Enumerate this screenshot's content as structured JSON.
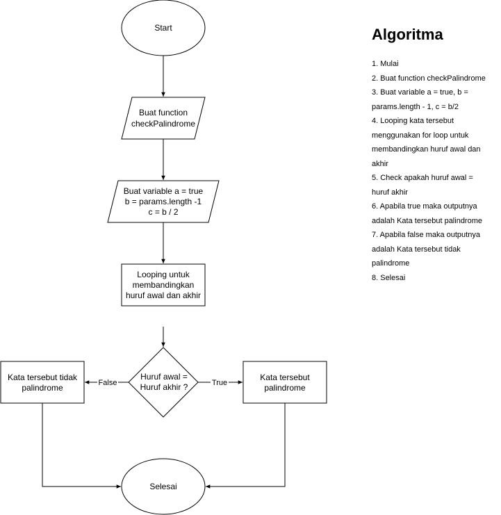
{
  "flowchart": {
    "start": "Start",
    "step1": [
      "Buat function",
      "checkPalindrome"
    ],
    "step2": [
      "Buat variable a = true",
      "b = params.length -1",
      "c = b / 2"
    ],
    "step3": [
      "Looping untuk",
      "membandingkan",
      "huruf awal dan akhir"
    ],
    "decision": [
      "Huruf awal =",
      "Huruf akhir ?"
    ],
    "false_label": "False",
    "true_label": "True",
    "result_false": [
      "Kata tersebut tidak",
      "palindrome"
    ],
    "result_true": [
      "Kata tersebut",
      "palindrome"
    ],
    "end": "Selesai"
  },
  "algorithm": {
    "title": "Algoritma",
    "steps": [
      [
        "1. Mulai"
      ],
      [
        "2. Buat function checkPalindrome"
      ],
      [
        "3. Buat variable a = true, b =",
        "params.length - 1, c = b/2"
      ],
      [
        "4. Looping kata tersebut",
        "menggunakan for loop untuk",
        "membandingkan huruf awal dan",
        "akhir"
      ],
      [
        "5. Check apakah huruf awal =",
        "huruf akhir"
      ],
      [
        "6. Apabila true maka outputnya",
        "adalah Kata tersebut palindrome"
      ],
      [
        "7. Apabila false maka outputnya",
        "adalah Kata tersebut tidak",
        "palindrome"
      ],
      [
        "8. Selesai"
      ]
    ]
  }
}
